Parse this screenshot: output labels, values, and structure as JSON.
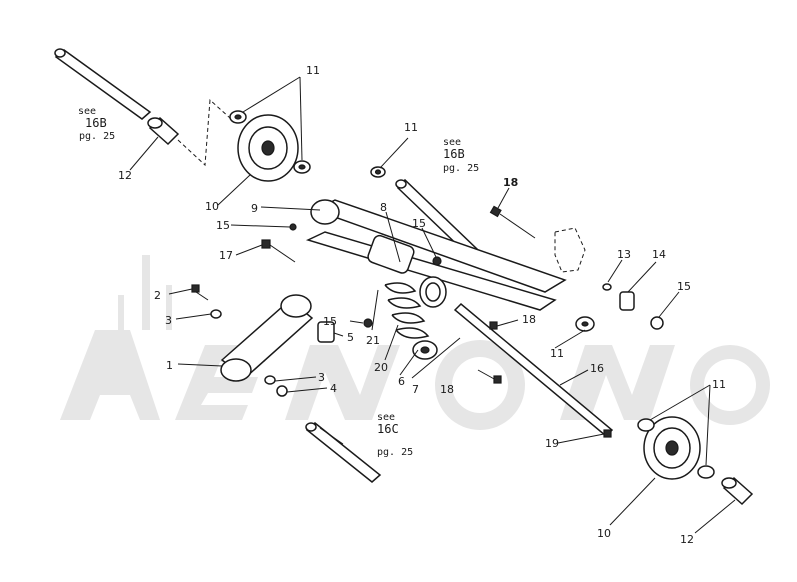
{
  "callouts": {
    "c1": "1",
    "c2": "2",
    "c3a": "3",
    "c3b": "3",
    "c4": "4",
    "c5": "5",
    "c6": "6",
    "c7": "7",
    "c8": "8",
    "c9": "9",
    "c10a": "10",
    "c10b": "10",
    "c11a": "11",
    "c11b": "11",
    "c11c": "11",
    "c11d": "11",
    "c12a": "12",
    "c12b": "12",
    "c13": "13",
    "c14": "14",
    "c15a": "15",
    "c15b": "15",
    "c15c": "15",
    "c15d": "15",
    "c16": "16",
    "c17": "17",
    "c18a": "18",
    "c18b": "18",
    "c18c": "18",
    "c19": "19",
    "c20": "20",
    "c21": "21"
  },
  "references": {
    "ref_a": {
      "see": "see",
      "code": "16B",
      "page": "pg. 25"
    },
    "ref_b": {
      "see": "see",
      "code": "16B",
      "page": "pg. 25"
    },
    "ref_c": {
      "see": "see",
      "code": "16C",
      "page": "pg. 25"
    }
  },
  "colors": {
    "line": "#1a1a1a",
    "watermark": "#e6e6e6",
    "background": "#ffffff"
  }
}
